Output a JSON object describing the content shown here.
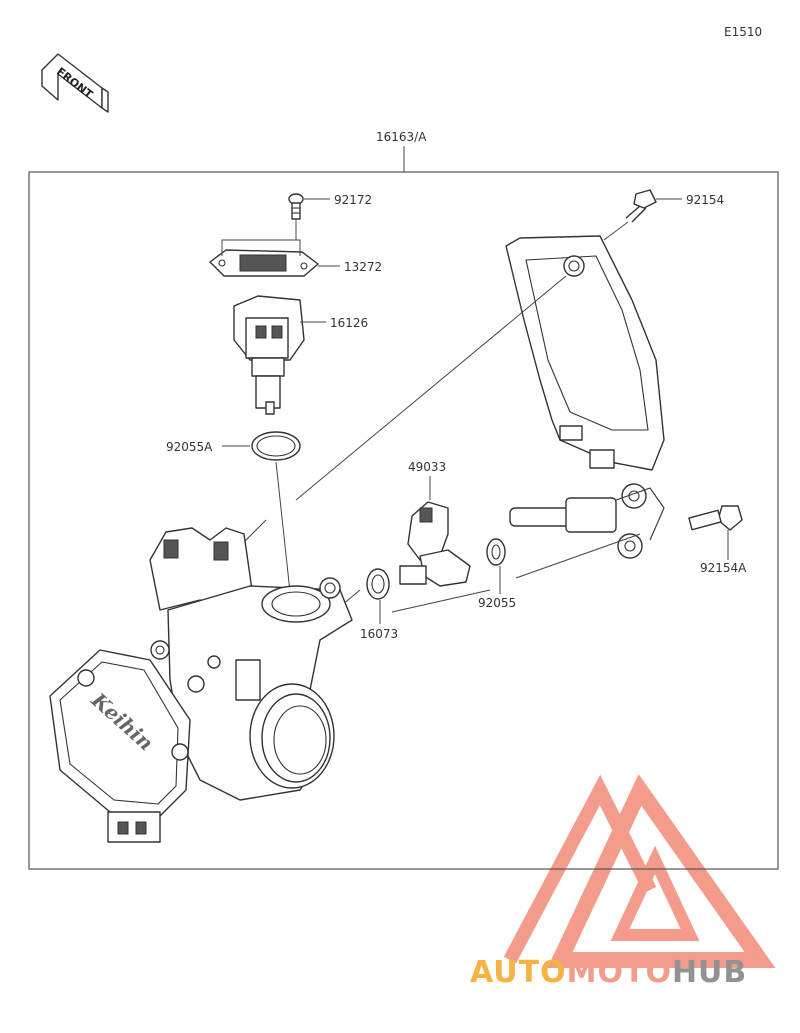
{
  "diagram_code": "E1510",
  "front_arrow_label": "FRONT",
  "assembly_label": "16163/A",
  "parts": {
    "p92172": "92172",
    "p13272": "13272",
    "p16126": "16126",
    "p92055A": "92055A",
    "p49033": "49033",
    "p92154": "92154",
    "p92154A": "92154A",
    "p92055": "92055",
    "p16073": "16073"
  },
  "body_logo_text": "Keihin",
  "watermark": {
    "part1": "AUTO",
    "part2": "MOTO",
    "part3": "HUB",
    "color_primary": "#f28b78",
    "color_accent": "#f5a623",
    "color_dark": "#808080"
  }
}
